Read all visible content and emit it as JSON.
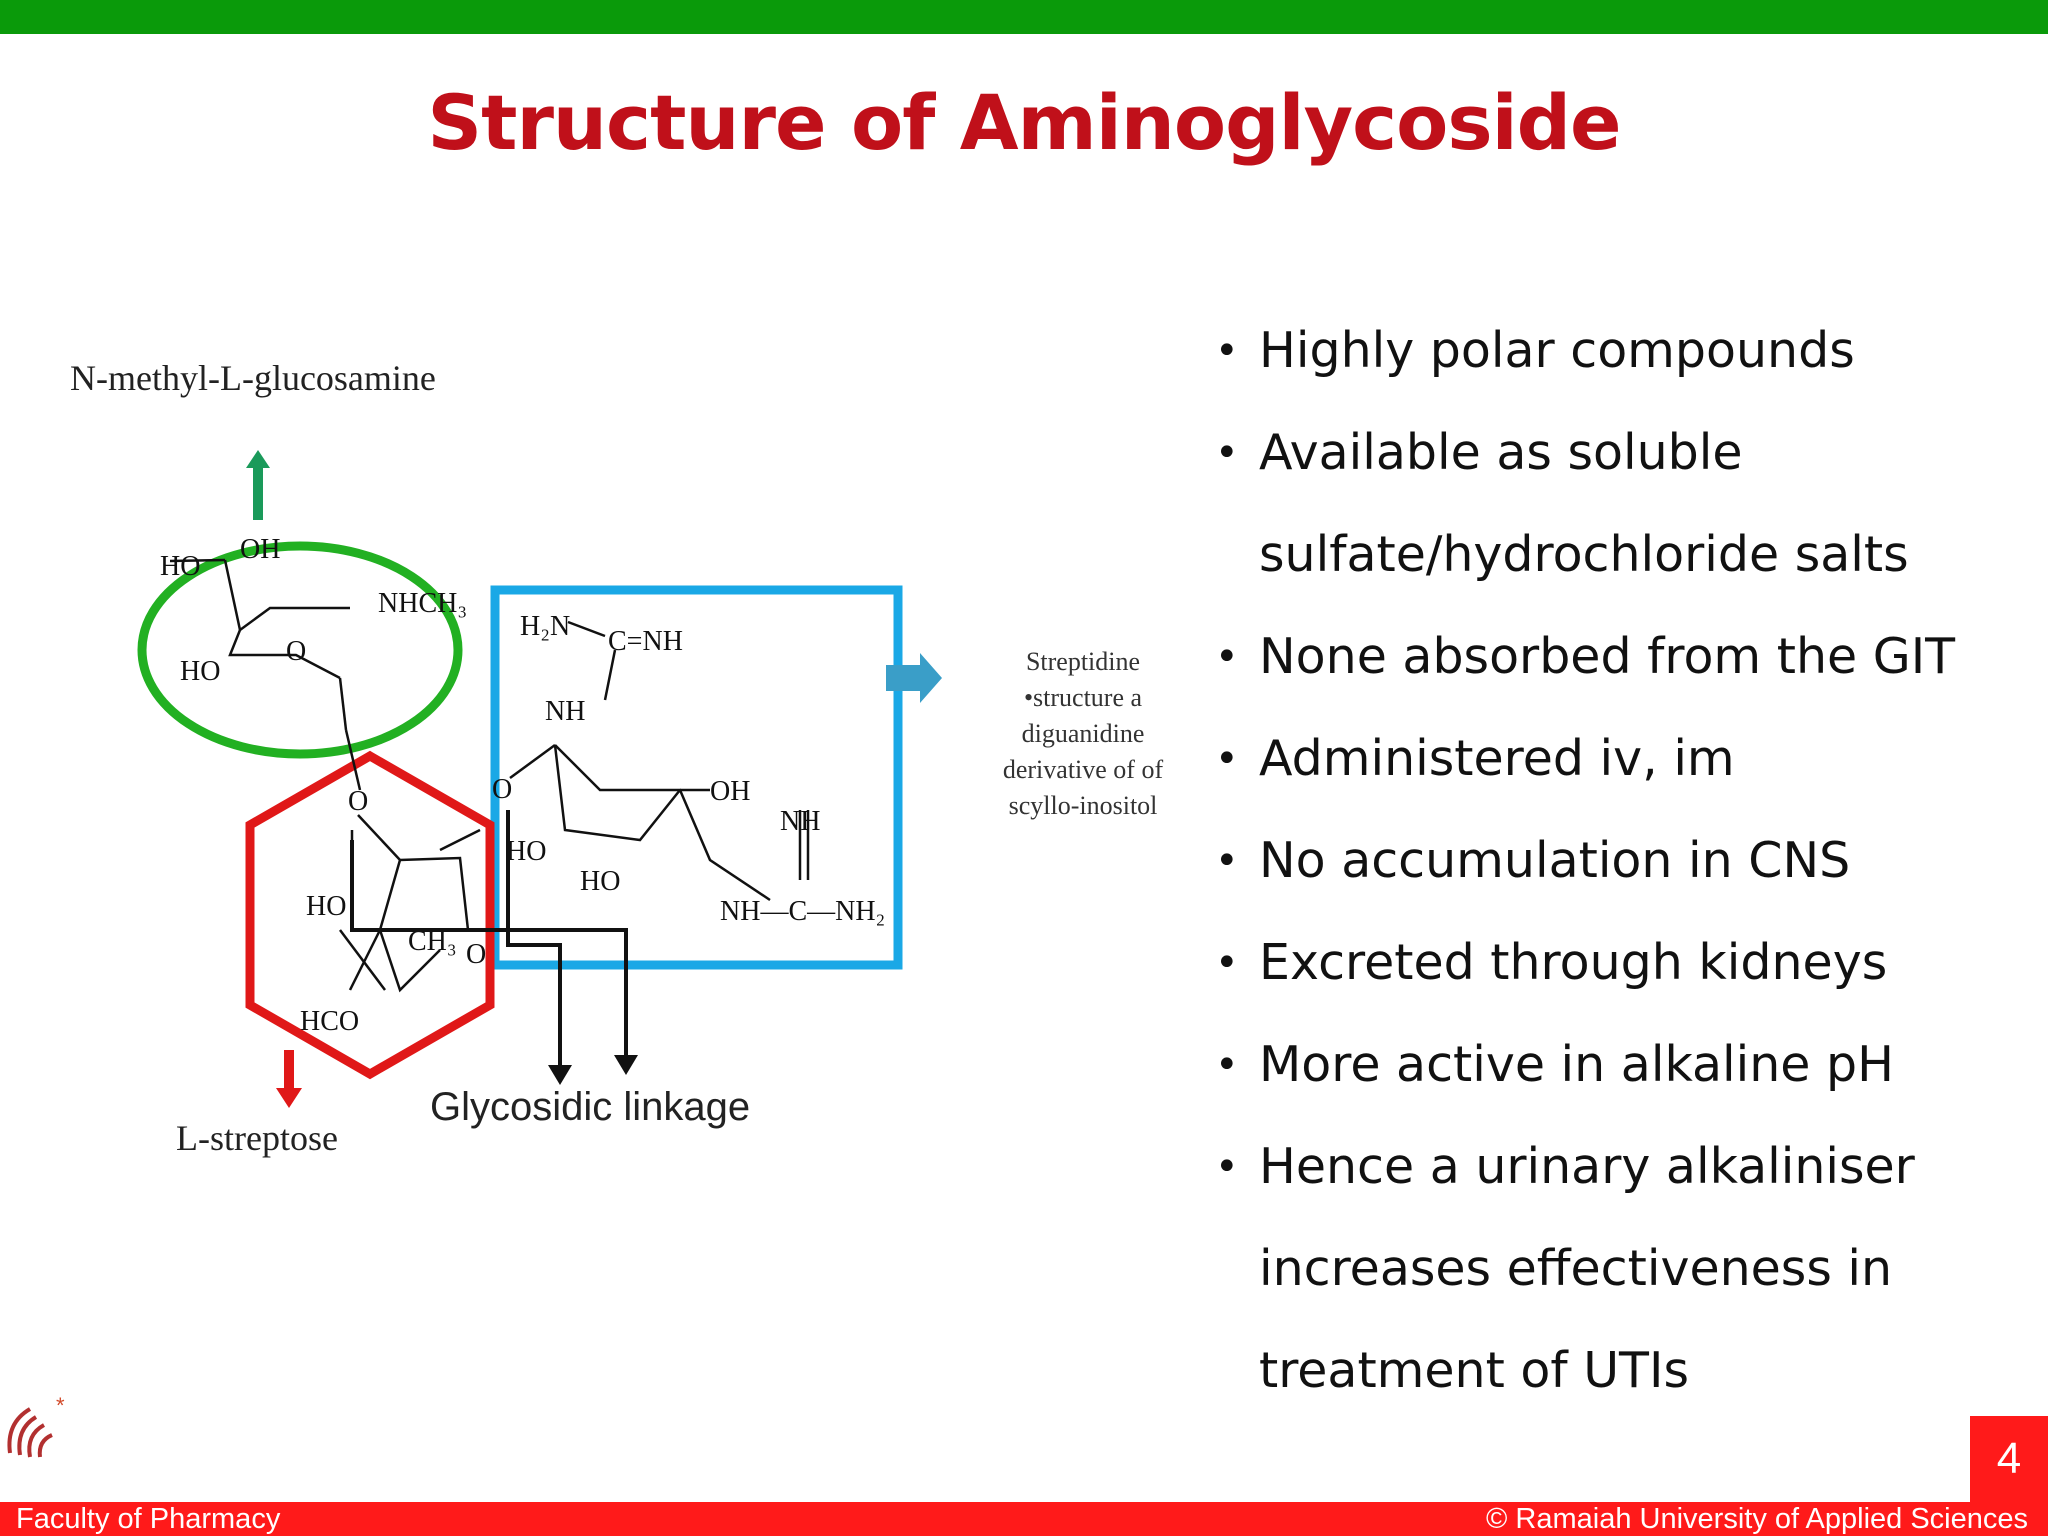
{
  "slide": {
    "title": "Structure of Aminoglycoside",
    "page_number": "4",
    "footer_left": "Faculty of Pharmacy",
    "footer_right": "© Ramaiah University of Applied Sciences",
    "colors": {
      "top_bar": "#0a9a0a",
      "title": "#c0101a",
      "bottom_bar": "#ff1a1a"
    }
  },
  "diagram": {
    "labels": {
      "glucosamine": "N-methyl-L-glucosamine",
      "streptose": "L-streptose",
      "glycosidic": "Glycosidic linkage",
      "streptidine_lines": [
        "Streptidine",
        "•structure a",
        "diguanidine",
        "derivative of of",
        "scyllo-inositol"
      ]
    },
    "groups": {
      "ho1": "HO",
      "oh1": "OH",
      "nhch3": "NHCH₃",
      "ho2": "HO",
      "o1": "O",
      "h2n": "H₂N",
      "c_nh": "C=NH",
      "nh1": "NH",
      "oh2": "OH",
      "nh2": "NH",
      "ho3": "HO",
      "ho4": "HO",
      "nh_c_nh2": "NH—C—NH₂",
      "o2": "O",
      "o3": "O",
      "ho5": "HO",
      "ch3": "CH₃",
      "o4": "O",
      "hco": "HCO"
    },
    "colors": {
      "glucosamine": "#22b022",
      "streptose": "#e01818",
      "streptidine": "#1aa8e6"
    }
  },
  "bullets": [
    "Highly polar compounds",
    "Available as soluble",
    "sulfate/hydrochloride salts",
    "None absorbed from the GIT",
    "Administered iv, im",
    "No accumulation in CNS",
    "Excreted through kidneys",
    "More active in alkaline pH",
    "Hence a urinary alkaliniser",
    "increases effectiveness in",
    "treatment of UTIs"
  ]
}
